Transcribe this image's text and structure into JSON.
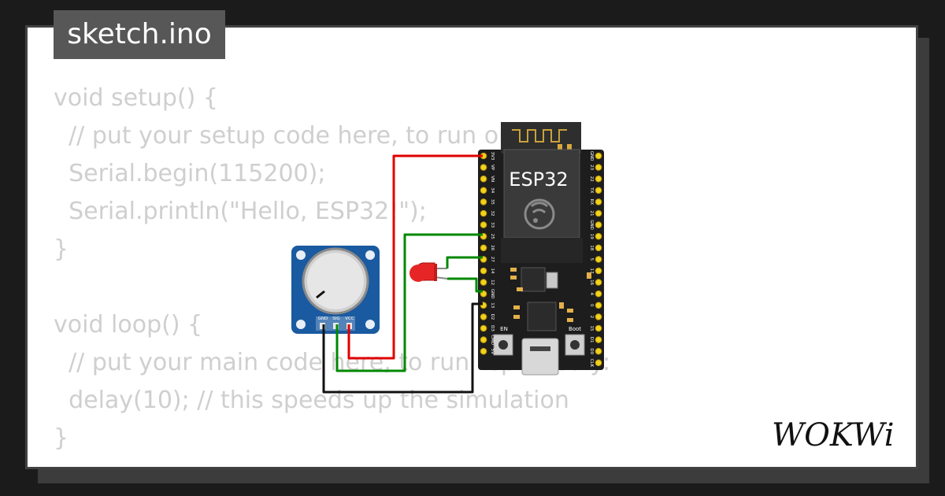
{
  "tab": {
    "title": "sketch.ino"
  },
  "code": {
    "lines": [
      "void setup() {",
      "  // put your setup code here, to run once:",
      "  Serial.begin(115200);",
      "  Serial.println(\"Hello, ESP32!\");",
      "}",
      "",
      "void loop() {",
      "  // put your main code here, to run repeatedly:",
      "  delay(10); // this speeds up the simulation",
      "}"
    ]
  },
  "potentiometer": {
    "pins": [
      "GND",
      "SIG",
      "VCC"
    ]
  },
  "esp32": {
    "label": "ESP32",
    "buttons": {
      "en": "EN",
      "boot": "Boot"
    },
    "left_pins": [
      "3V3",
      "VP",
      "VN",
      "34",
      "35",
      "32",
      "33",
      "25",
      "26",
      "27",
      "14",
      "12",
      "GND",
      "13",
      "D2",
      "D3",
      "CMD",
      "5V"
    ],
    "right_pins": [
      "GND",
      "23",
      "22",
      "TX",
      "RX",
      "21",
      "GND",
      "19",
      "18",
      "5",
      "17",
      "16",
      "4",
      "0",
      "2",
      "15",
      "D1",
      "D0",
      "CLK"
    ]
  },
  "wires": {
    "power": "#e00000",
    "signal": "#008800",
    "ground": "#111111"
  },
  "logo": {
    "text": "WOKWi"
  }
}
